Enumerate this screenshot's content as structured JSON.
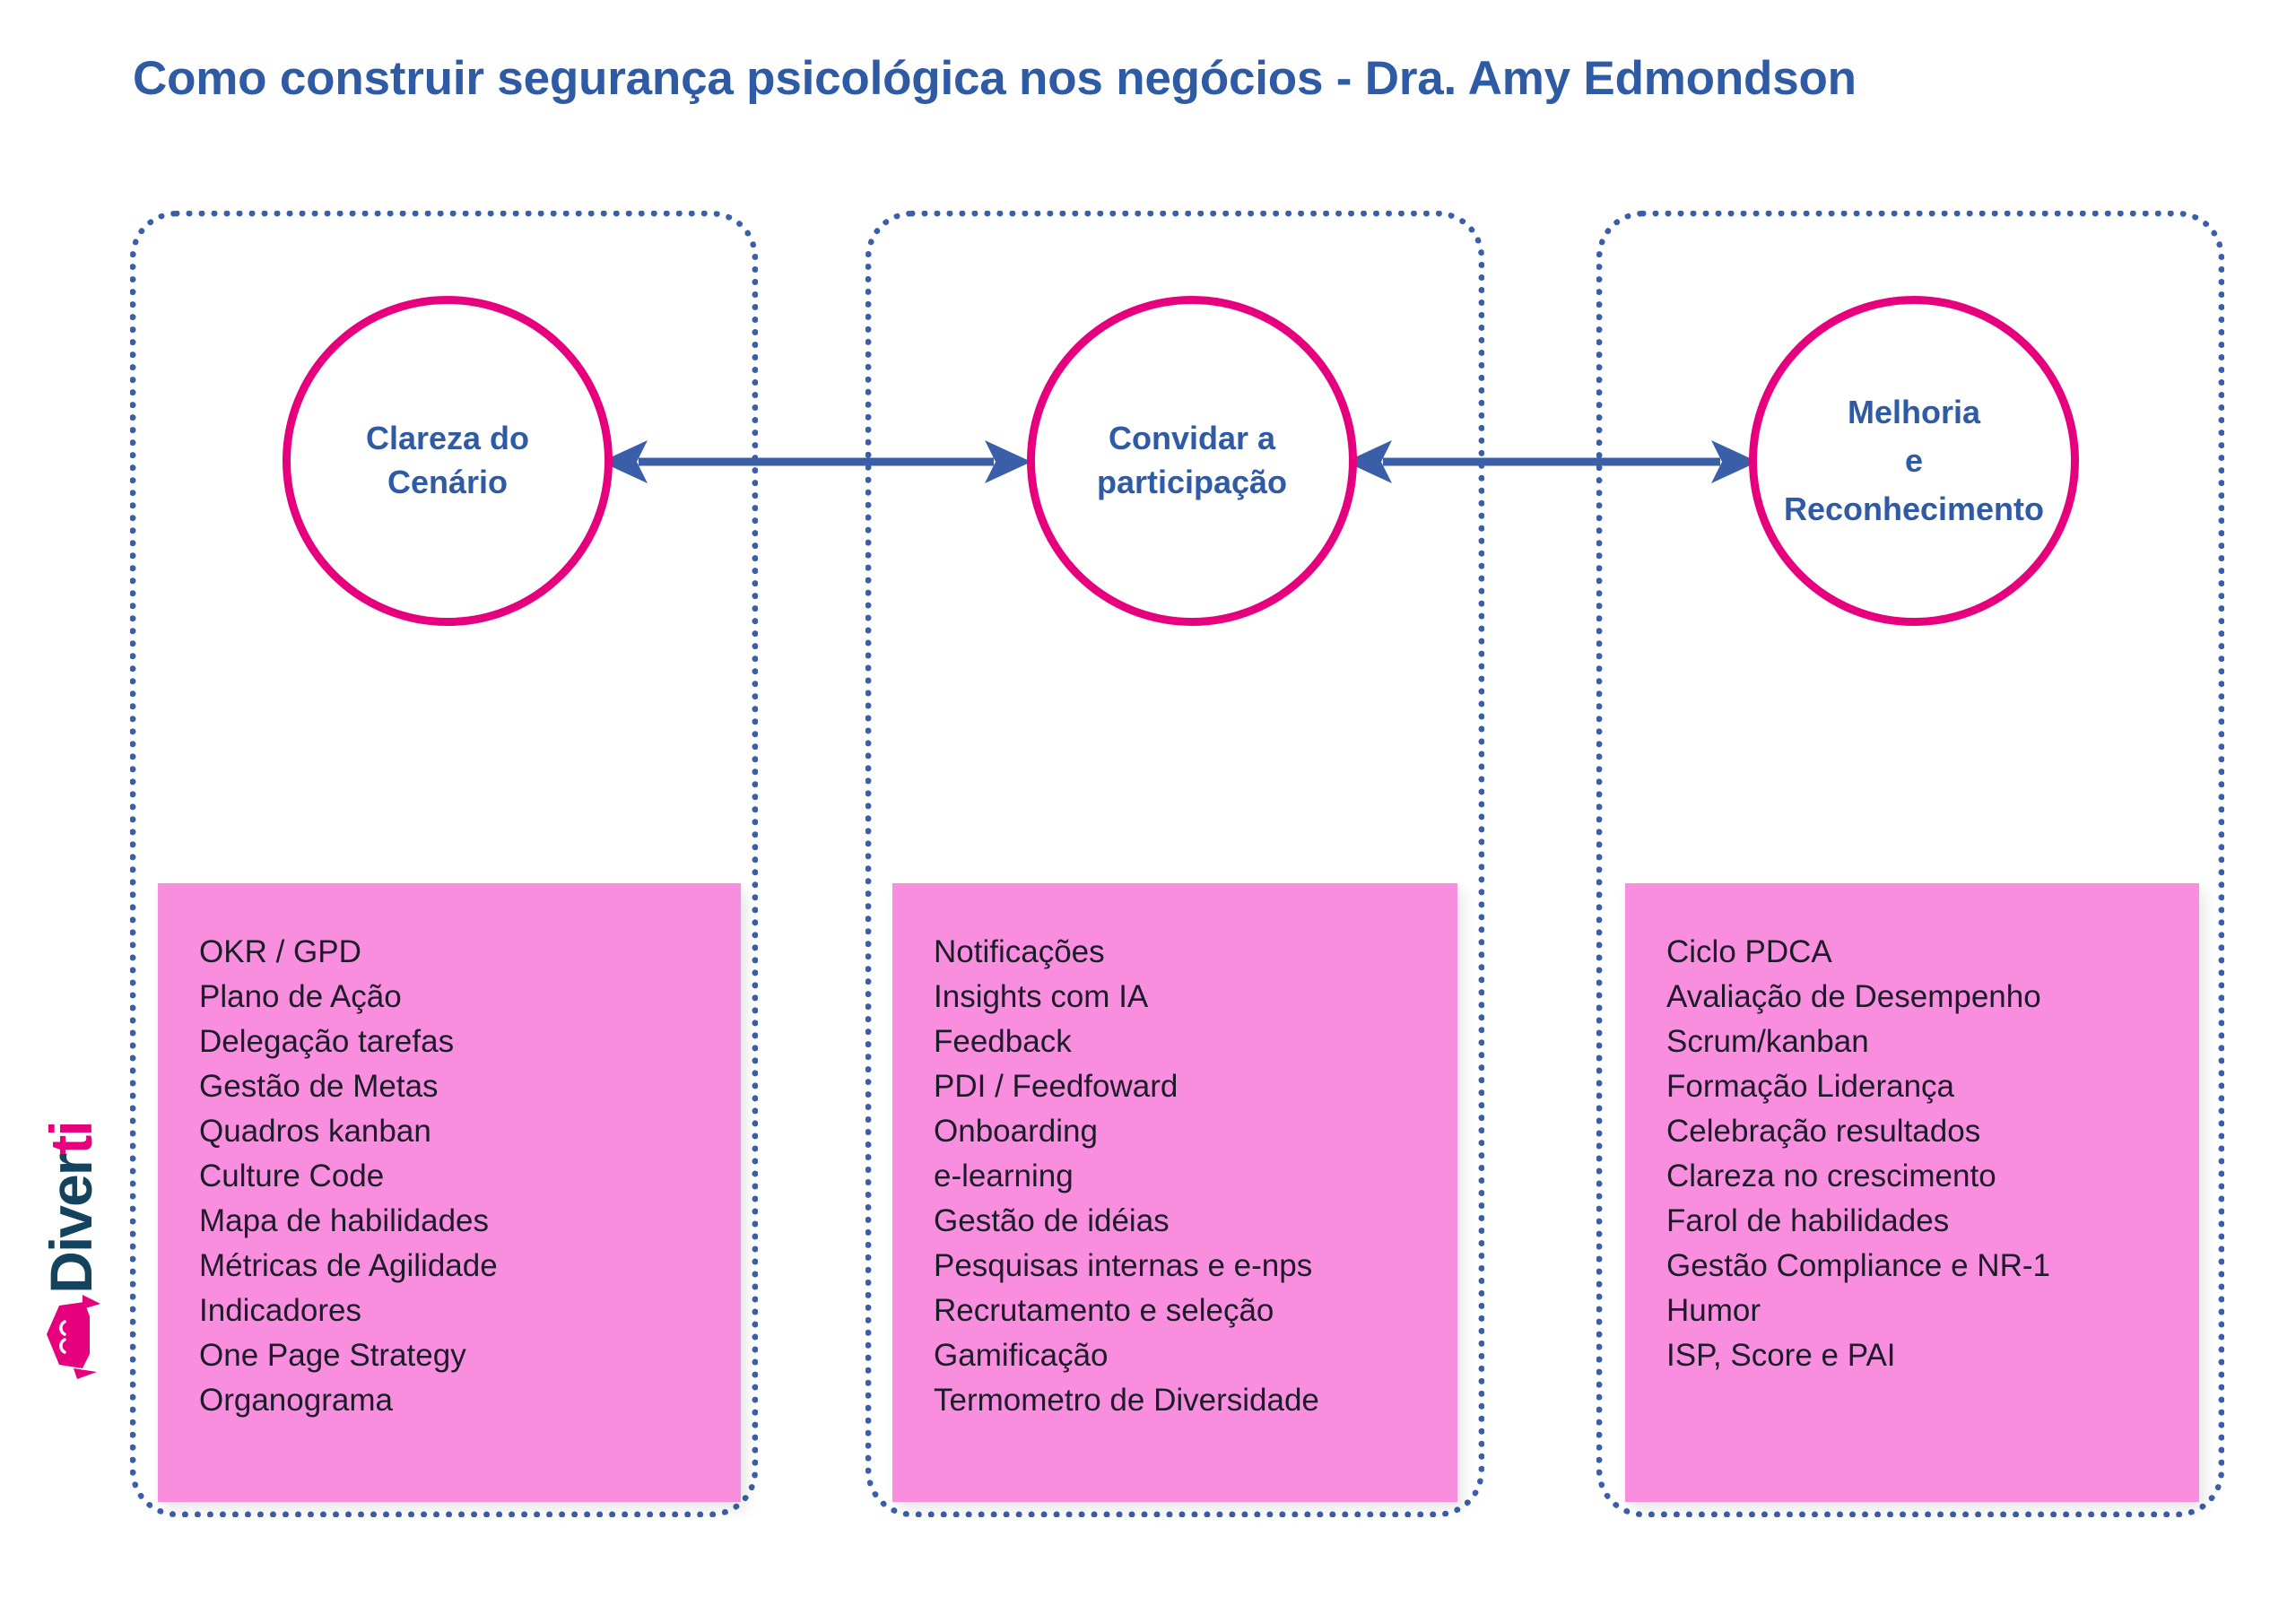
{
  "page": {
    "title": "Como construir segurança psicológica nos negócios - Dra. Amy Edmondson",
    "background_color": "#ffffff"
  },
  "colors": {
    "title_blue": "#2f5aa4",
    "circle_border_pink": "#e6007e",
    "card_border_blue": "#3a5fa8",
    "note_pink": "#f98edf",
    "arrow_blue": "#3a5fa8",
    "list_text": "#1b1b29",
    "logo_dark": "#14435f",
    "logo_pink": "#e6007e"
  },
  "logo": {
    "wordmark_dark": "Diver",
    "wordmark_pink": "ti",
    "full_name": "Diverti",
    "mascot_icon": "bird-mascot-icon"
  },
  "arrows": [
    {
      "name": "arrow-clareza-convidar",
      "direction": "bidirectional"
    },
    {
      "name": "arrow-convidar-melhoria",
      "direction": "bidirectional"
    }
  ],
  "columns": [
    {
      "id": "clareza",
      "circle_label": "Clareza do\nCenário",
      "items": [
        "OKR / GPD",
        "Plano de Ação",
        "Delegação tarefas",
        "Gestão de Metas",
        "Quadros kanban",
        "Culture Code",
        "Mapa de habilidades",
        "Métricas de Agilidade",
        "Indicadores",
        "One Page Strategy",
        "Organograma"
      ]
    },
    {
      "id": "convidar",
      "circle_label": "Convidar a\nparticipação",
      "items": [
        "Notificações",
        "Insights com IA",
        "Feedback",
        "PDI / Feedfoward",
        "Onboarding",
        "e-learning",
        "Gestão de idéias",
        "Pesquisas internas e e-nps",
        "Recrutamento e seleção",
        "Gamificação",
        "Termometro de Diversidade"
      ]
    },
    {
      "id": "melhoria",
      "circle_label": "Melhoria\ne\nReconhecimento",
      "items": [
        "Ciclo PDCA",
        "Avaliação de Desempenho",
        "Scrum/kanban",
        "Formação Liderança",
        "Celebração resultados",
        "Clareza no crescimento",
        "Farol de habilidades",
        "Gestão Compliance e NR-1",
        "Humor",
        "ISP, Score e PAI"
      ]
    }
  ]
}
